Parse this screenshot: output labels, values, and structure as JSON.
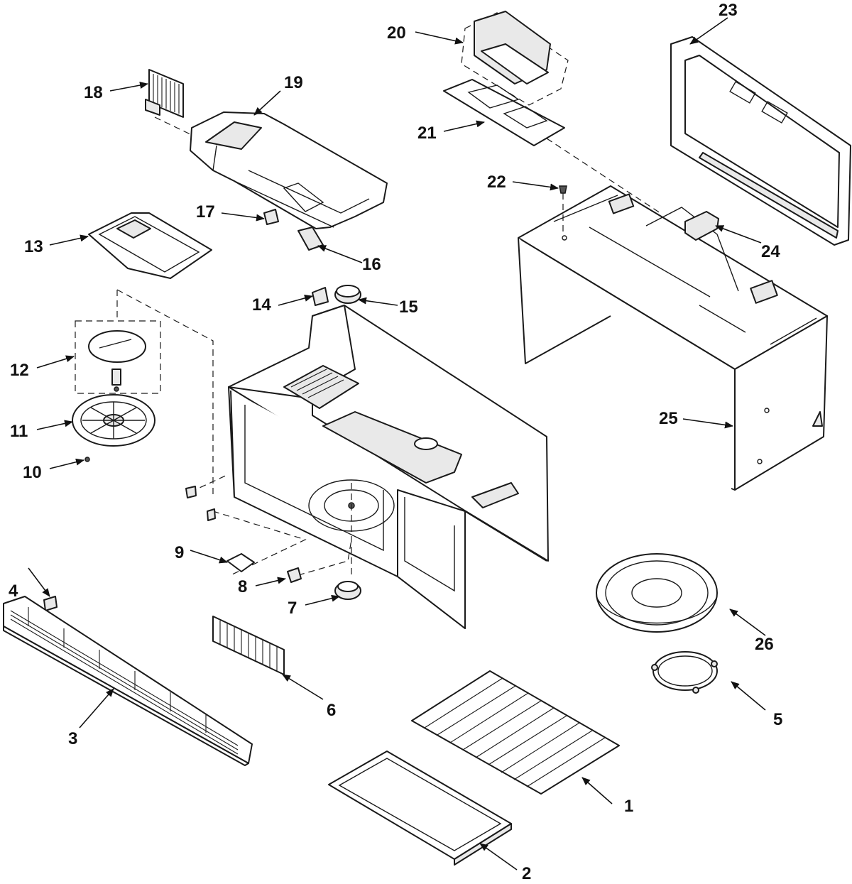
{
  "callouts": {
    "c1": "1",
    "c2": "2",
    "c3": "3",
    "c4": "4",
    "c5": "5",
    "c6": "6",
    "c7": "7",
    "c8": "8",
    "c9": "9",
    "c10": "10",
    "c11": "11",
    "c12": "12",
    "c13": "13",
    "c14": "14",
    "c15": "15",
    "c16": "16",
    "c17": "17",
    "c18": "18",
    "c19": "19",
    "c20": "20",
    "c21": "21",
    "c22": "22",
    "c23": "23",
    "c24": "24",
    "c25": "25",
    "c26": "26"
  },
  "colors": {
    "line": "#1a1a1a",
    "background": "#ffffff",
    "shade": "#e9e9e9"
  }
}
